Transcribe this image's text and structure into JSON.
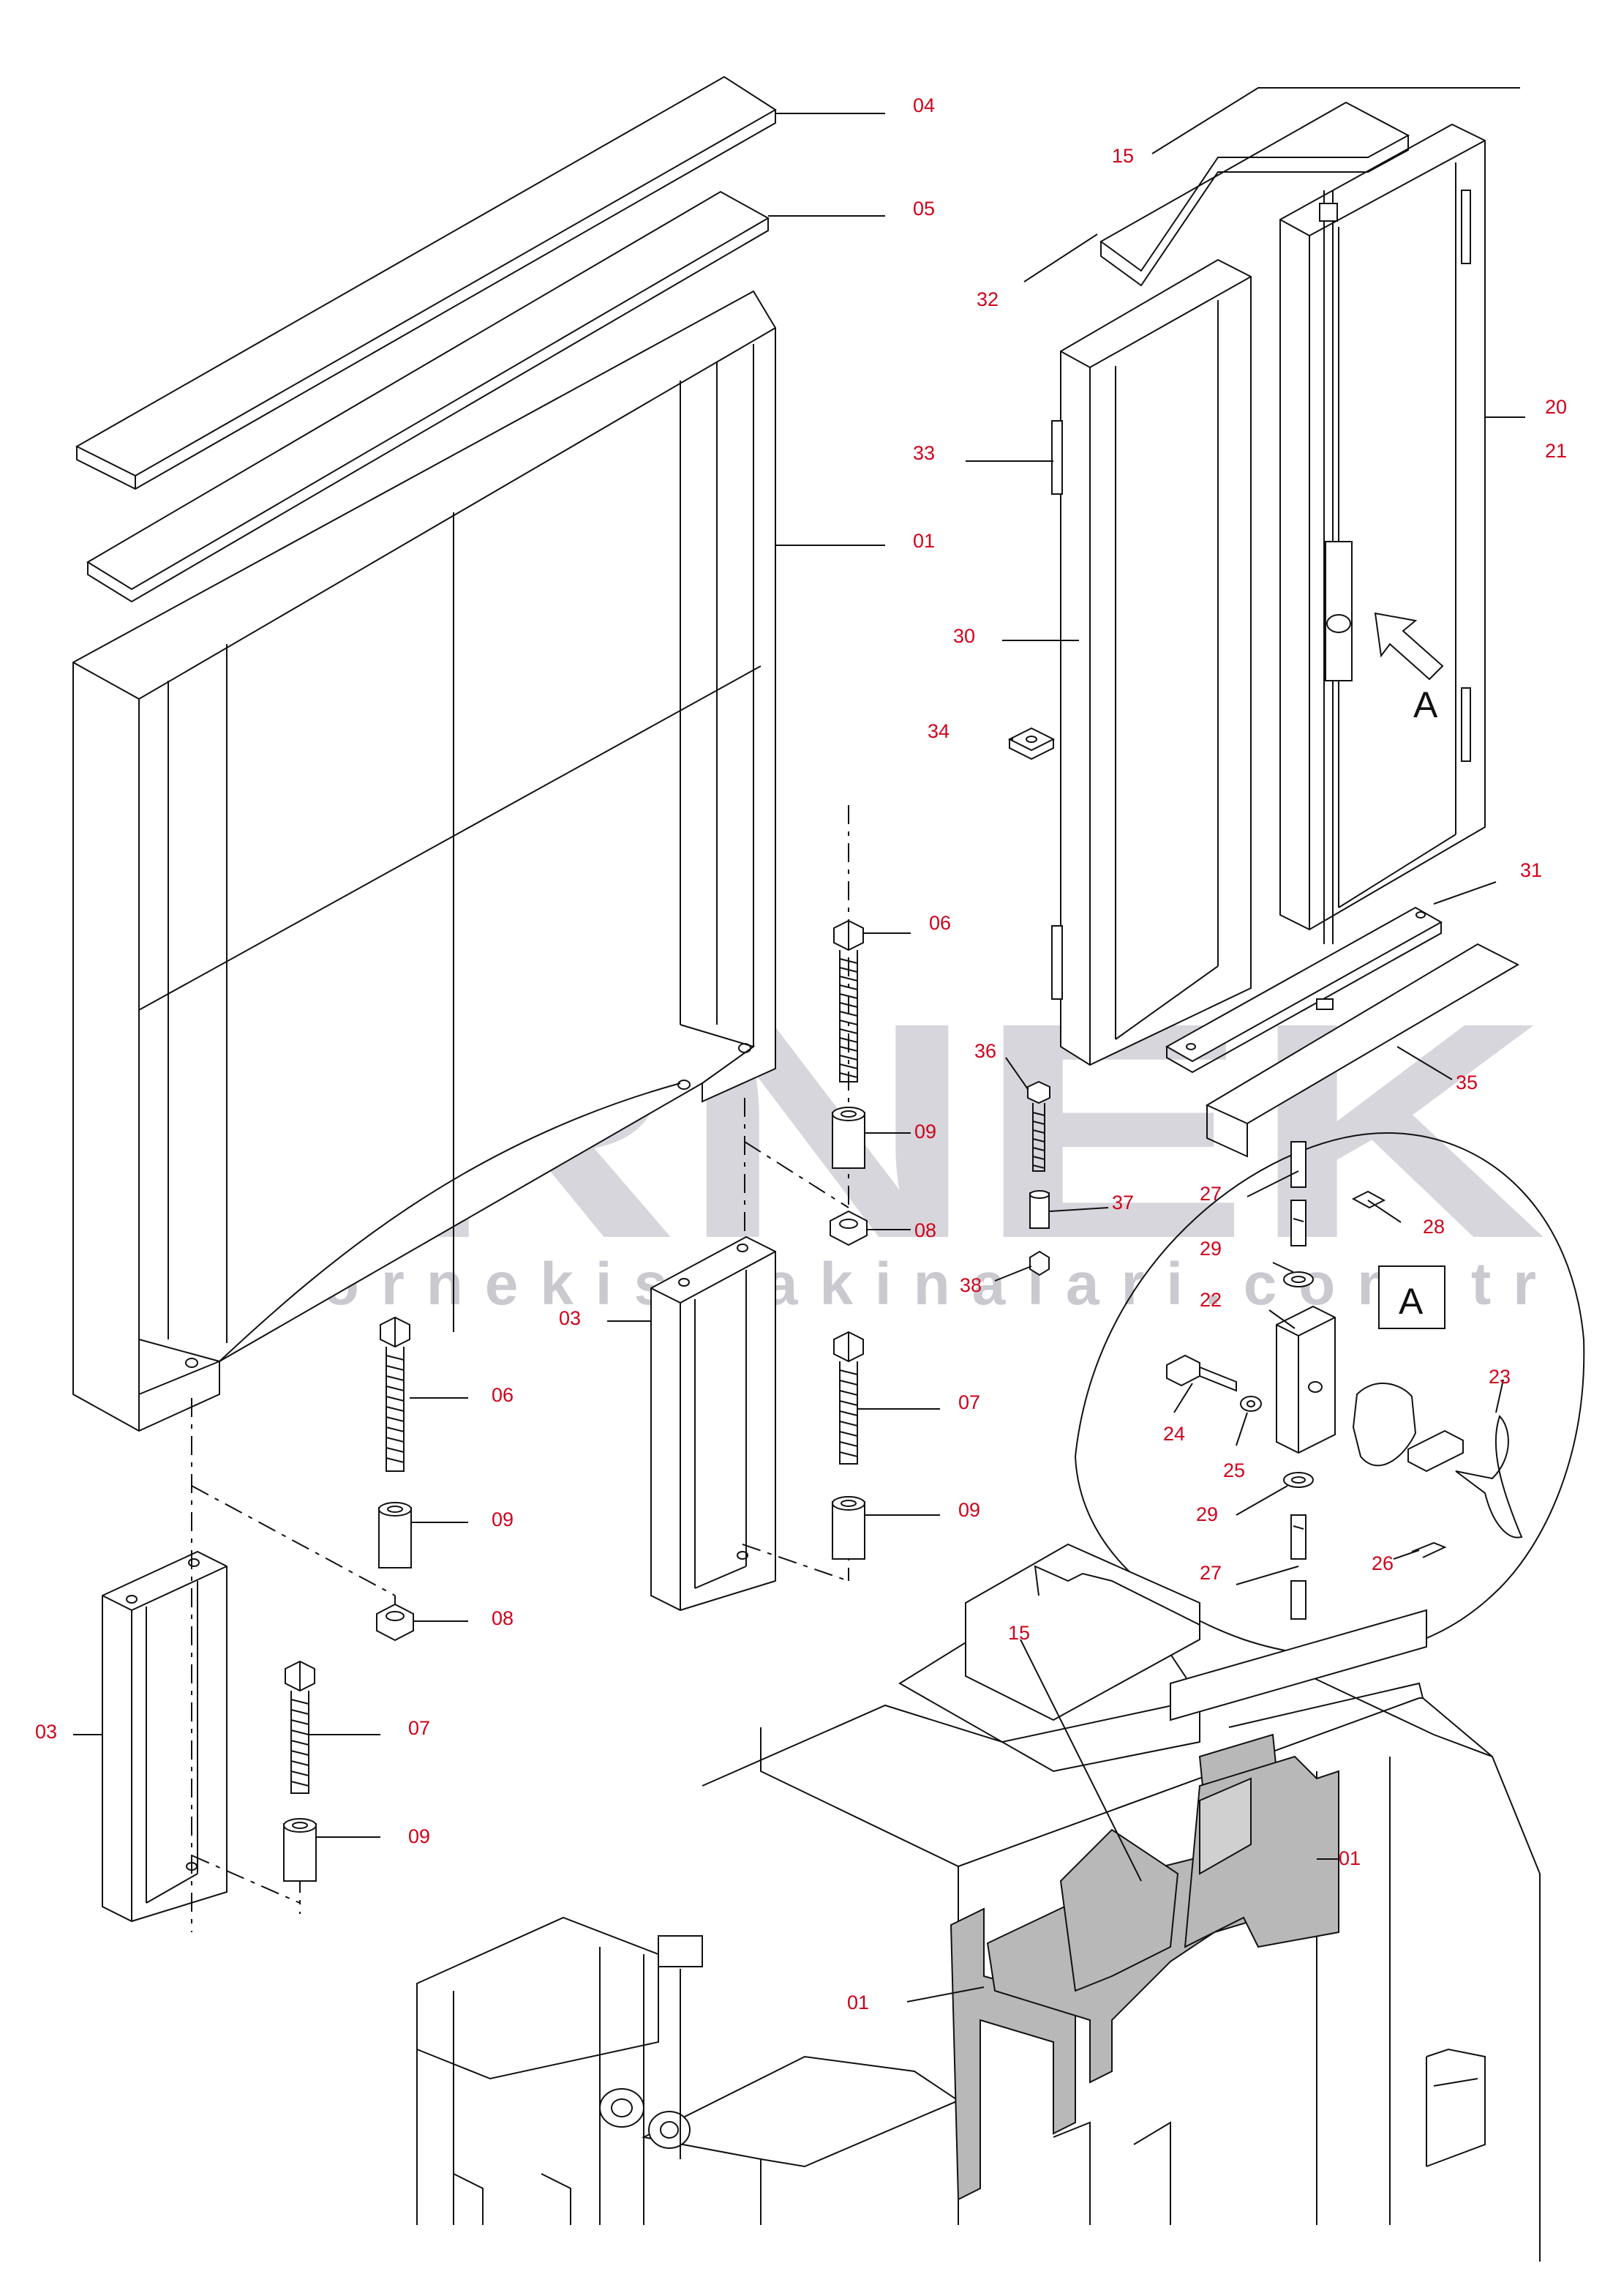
{
  "watermark": {
    "brand": "ÖRNEK",
    "url": "www.ornekismakinalari.com.tr",
    "accent": "#f5d76e",
    "color": "#d6d6dc"
  },
  "detail": {
    "view_label": "A",
    "arrow_label": "A"
  },
  "callouts": {
    "c04": "04",
    "c05": "05",
    "c01_top": "01",
    "c15_top": "15",
    "c32": "32",
    "c33": "33",
    "c30": "30",
    "c34": "34",
    "c20": "20",
    "c21": "21",
    "c31": "31",
    "c35": "35",
    "c06_a": "06",
    "c09_a": "09",
    "c08_a": "08",
    "c36": "36",
    "c37": "37",
    "c38": "38",
    "c03_a": "03",
    "c06_b": "06",
    "c07_a": "07",
    "c09_b": "09",
    "c09_c": "09",
    "c08_b": "08",
    "c03_b": "03",
    "c07_b": "07",
    "c09_d": "09",
    "c27_a": "27",
    "c28": "28",
    "c29_a": "29",
    "c22": "22",
    "c23": "23",
    "c24": "24",
    "c25": "25",
    "c29_b": "29",
    "c26": "26",
    "c27_b": "27",
    "c15_bottom": "15",
    "c01_right": "01",
    "c01_left": "01"
  },
  "colors": {
    "callout": "#d0021b",
    "line": "#111111",
    "shade": "#b8b8b8"
  }
}
